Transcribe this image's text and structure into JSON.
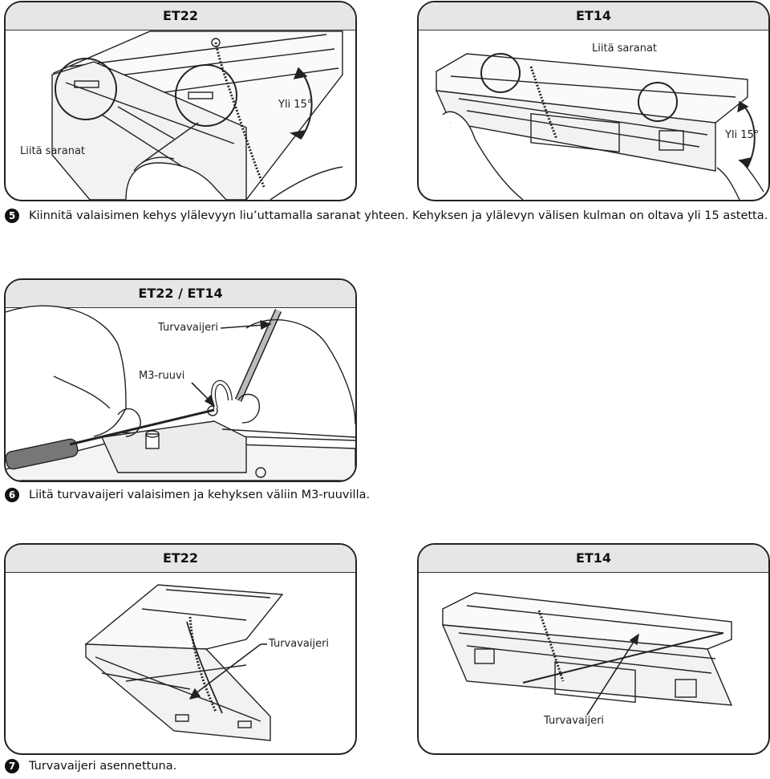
{
  "section5": {
    "left_panel": {
      "title": "ET22",
      "hinge_label": "Liitä saranat",
      "angle_label": "Yli 15°"
    },
    "right_panel": {
      "title": "ET14",
      "hinge_label": "Liitä saranat",
      "angle_label": "Yli 15°"
    },
    "step_number": "5",
    "instruction": "Kiinnitä valaisimen kehys ylälevyyn liu’uttamalla saranat yhteen. Kehyksen ja ylälevyn välisen kulman on oltava yli 15 astetta."
  },
  "section6": {
    "panel": {
      "title": "ET22 / ET14",
      "cable_label": "Turvavaijeri",
      "screw_label": "M3-ruuvi"
    },
    "step_number": "6",
    "instruction": "Liitä turvavaijeri valaisimen ja kehyksen väliin M3-ruuvilla."
  },
  "section7": {
    "left_panel": {
      "title": "ET22",
      "cable_label": "Turvavaijeri"
    },
    "right_panel": {
      "title": "ET14",
      "cable_label": "Turvavaijeri"
    },
    "step_number": "7",
    "instruction": "Turvavaijeri asennettuna."
  }
}
